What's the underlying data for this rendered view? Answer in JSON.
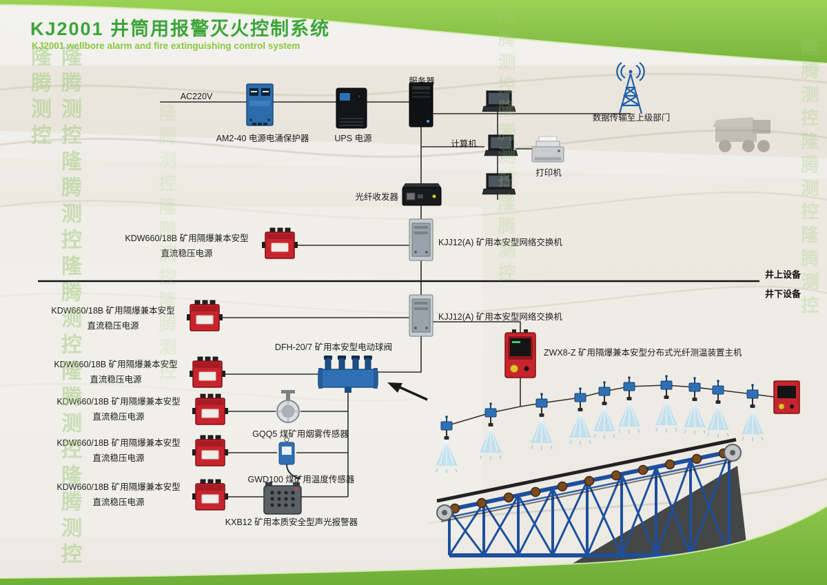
{
  "header": {
    "title": "KJ2001 井筒用报警灭火控制系统",
    "subtitle": "KJ2001 wellbore alarm and fire extinguishing control system"
  },
  "watermark": {
    "text": "隆腾测控",
    "column": "隆腾测控隆腾测控隆腾测控隆腾测控隆腾测控隆腾测控",
    "column_short": "隆腾测控隆腾测控隆腾测控"
  },
  "devices": {
    "ac220v": "AC220V",
    "surge_protector": "AM2-40 电源电涌保护器",
    "ups": "UPS 电源",
    "server": "服务器",
    "computer": "计算机",
    "printer": "打印机",
    "data_upload": "数据传输至上级部门",
    "fiber_transceiver": "光纤收发器",
    "network_switch": "KJJ12(A) 矿用本安型网络交换机",
    "kdw_power_line1": "KDW660/18B 矿用隔爆兼本安型",
    "kdw_power_line2": "直流稳压电源",
    "ball_valve": "DFH-20/7 矿用本安型电动球阀",
    "fiber_temp_host": "ZWX8-Z 矿用隔爆兼本安型分布式光纤测温装置主机",
    "smoke_sensor": "GQQ5 煤矿用烟雾传感器",
    "temp_sensor": "GWD100 煤矿用温度传感器",
    "sound_light_alarm": "KXB12 矿用本质安全型声光报警器"
  },
  "sections": {
    "surface": "井上设备",
    "underground": "井下设备"
  },
  "colors": {
    "brand_green": "#8CC63E",
    "title_green": "#3BA538",
    "device_red": "#C8242D",
    "device_blue": "#2F70B5",
    "conveyor_blue": "#1D4F9E",
    "water_blue": "#A9D9F0"
  }
}
